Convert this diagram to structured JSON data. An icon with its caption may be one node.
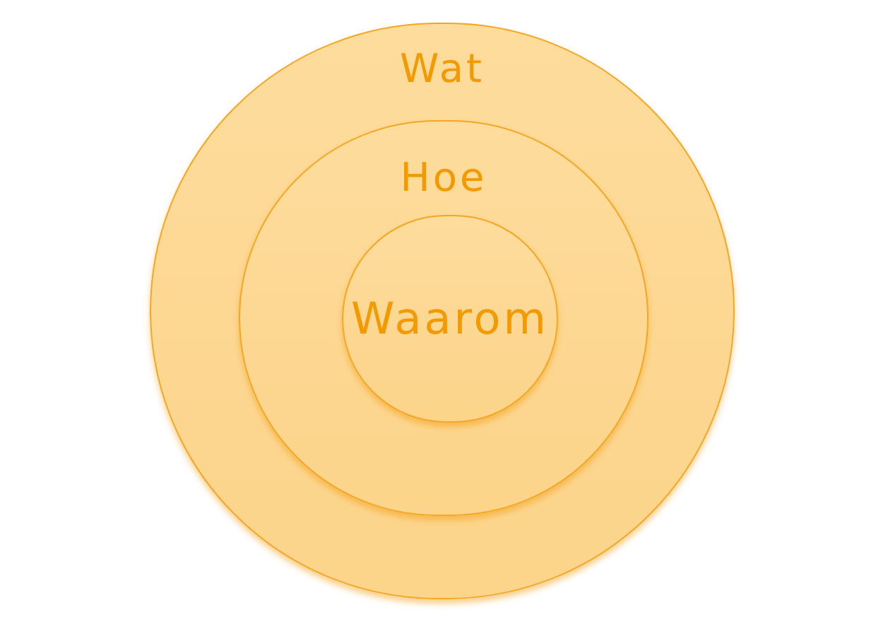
{
  "diagram": {
    "nodes": [
      {
        "text": [
          "Wat"
        ]
      },
      {
        "text": [
          "Hoe"
        ],
        "in": 0
      },
      {
        "text": [
          "Waarom"
        ],
        "in": 1
      }
    ]
  }
}
